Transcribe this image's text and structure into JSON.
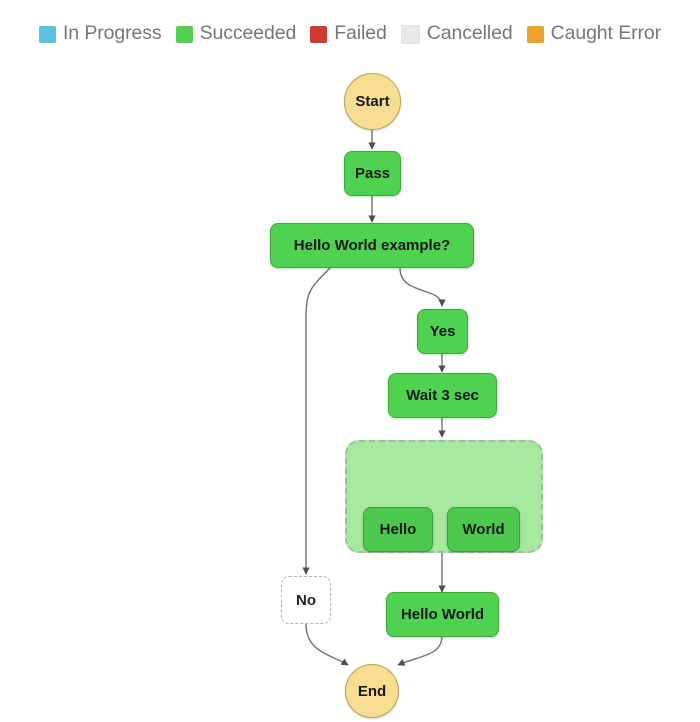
{
  "legend": {
    "items": [
      {
        "label": "In Progress",
        "color": "#5bc2e0",
        "state": "in-progress"
      },
      {
        "label": "Succeeded",
        "color": "#4fd24f",
        "state": "succeeded"
      },
      {
        "label": "Failed",
        "color": "#ce3b33",
        "state": "failed"
      },
      {
        "label": "Cancelled",
        "color": "#e9e9e9",
        "state": "cancelled"
      },
      {
        "label": "Caught Error",
        "color": "#eda32a",
        "state": "caught-error"
      }
    ]
  },
  "graph": {
    "type": "state-machine-execution-graph",
    "nodes": [
      {
        "id": "start",
        "label": "Start",
        "kind": "terminal",
        "state": "succeeded"
      },
      {
        "id": "pass",
        "label": "Pass",
        "kind": "task",
        "state": "succeeded"
      },
      {
        "id": "choice",
        "label": "Hello World example?",
        "kind": "task",
        "state": "succeeded"
      },
      {
        "id": "yes",
        "label": "Yes",
        "kind": "task",
        "state": "succeeded"
      },
      {
        "id": "wait",
        "label": "Wait 3 sec",
        "kind": "task",
        "state": "succeeded"
      },
      {
        "id": "parallel",
        "label": "",
        "kind": "group",
        "state": "succeeded"
      },
      {
        "id": "hello",
        "label": "Hello",
        "kind": "task",
        "state": "succeeded"
      },
      {
        "id": "world",
        "label": "World",
        "kind": "task",
        "state": "succeeded"
      },
      {
        "id": "no",
        "label": "No",
        "kind": "skipped",
        "state": "not-executed"
      },
      {
        "id": "hello-world",
        "label": "Hello World",
        "kind": "task",
        "state": "succeeded"
      },
      {
        "id": "end",
        "label": "End",
        "kind": "terminal",
        "state": "succeeded"
      }
    ],
    "edges": [
      {
        "from": "start",
        "to": "pass"
      },
      {
        "from": "pass",
        "to": "choice"
      },
      {
        "from": "choice",
        "to": "yes"
      },
      {
        "from": "choice",
        "to": "no"
      },
      {
        "from": "yes",
        "to": "wait"
      },
      {
        "from": "wait",
        "to": "parallel"
      },
      {
        "from": "parallel",
        "to": "hello"
      },
      {
        "from": "parallel",
        "to": "world"
      },
      {
        "from": "parallel",
        "to": "hello-world"
      },
      {
        "from": "no",
        "to": "end"
      },
      {
        "from": "hello-world",
        "to": "end"
      }
    ]
  }
}
